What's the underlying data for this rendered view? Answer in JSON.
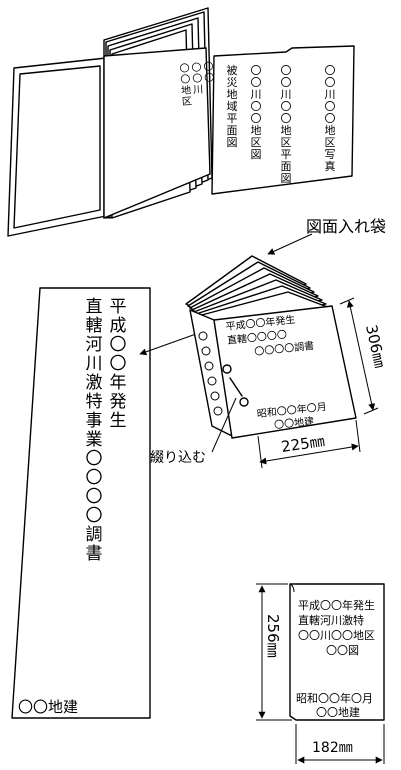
{
  "binder_open": {
    "front_page": [
      "〇〇",
      "〇〇川",
      "〇〇地区"
    ],
    "sheet_columns": [
      "被災地域平面図",
      "〇〇川〇〇地区図",
      "〇〇川〇〇地区平面図",
      "〇〇川〇〇地区写真"
    ]
  },
  "labels": {
    "pocket": "図面入れ袋",
    "bind": "綴り込む"
  },
  "binder_closed": {
    "lines": [
      "平成〇〇年発生",
      "直轄〇〇〇〇",
      "〇〇〇〇調書"
    ],
    "footer": [
      "昭和〇〇年〇月",
      "〇〇地建"
    ],
    "width": "225㎜",
    "height": "306㎜"
  },
  "spine": {
    "col1": "平成〇〇年発生",
    "col2": "直轄河川激特事業〇〇〇〇調書",
    "footer": "〇〇地建"
  },
  "cover": {
    "lines": [
      "平成〇〇年発生",
      "直轄河川激特",
      "〇〇川〇〇地区",
      "〇〇図"
    ],
    "footer": [
      "昭和〇〇年〇月",
      "〇〇地建"
    ],
    "width": "182㎜",
    "height": "256㎜"
  }
}
